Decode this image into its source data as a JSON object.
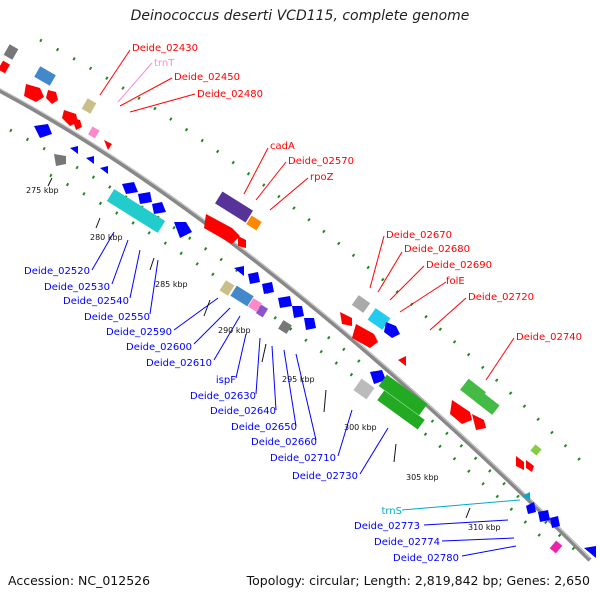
{
  "title": "Deinococcus deserti VCD115, complete genome",
  "footer": {
    "accession": "Accession: NC_012526",
    "topology": "Topology: circular; Length: 2,819,842 bp; Genes: 2,650"
  },
  "colors": {
    "forward": "#ff0000",
    "reverse": "#0000ff",
    "rna": "#ff88cc",
    "trnS": "#00aacc",
    "backbone": "#888888",
    "dots": "#228822"
  },
  "ruler_labels": [
    "275 kbp",
    "280 kbp",
    "285 kbp",
    "290 kbp",
    "295 kbp",
    "300 kbp",
    "305 kbp",
    "310 kbp"
  ],
  "top_labels": [
    {
      "text": "Deide_02430",
      "color": "#ff0000"
    },
    {
      "text": "trnT",
      "color": "#ff88cc"
    },
    {
      "text": "Deide_02450",
      "color": "#ff0000"
    },
    {
      "text": "Deide_02480",
      "color": "#ff0000"
    },
    {
      "text": "cadA",
      "color": "#ff0000"
    },
    {
      "text": "Deide_02570",
      "color": "#ff0000"
    },
    {
      "text": "rpoZ",
      "color": "#ff0000"
    },
    {
      "text": "Deide_02670",
      "color": "#ff0000"
    },
    {
      "text": "Deide_02680",
      "color": "#ff0000"
    },
    {
      "text": "Deide_02690",
      "color": "#ff0000"
    },
    {
      "text": "folE",
      "color": "#ff0000"
    },
    {
      "text": "Deide_02720",
      "color": "#ff0000"
    },
    {
      "text": "Deide_02740",
      "color": "#ff0000"
    }
  ],
  "bottom_labels": [
    {
      "text": "Deide_02520",
      "color": "#0000ff"
    },
    {
      "text": "Deide_02530",
      "color": "#0000ff"
    },
    {
      "text": "Deide_02540",
      "color": "#0000ff"
    },
    {
      "text": "Deide_02550",
      "color": "#0000ff"
    },
    {
      "text": "Deide_02590",
      "color": "#0000ff"
    },
    {
      "text": "Deide_02600",
      "color": "#0000ff"
    },
    {
      "text": "Deide_02610",
      "color": "#0000ff"
    },
    {
      "text": "ispF",
      "color": "#0000ff"
    },
    {
      "text": "Deide_02630",
      "color": "#0000ff"
    },
    {
      "text": "Deide_02640",
      "color": "#0000ff"
    },
    {
      "text": "Deide_02650",
      "color": "#0000ff"
    },
    {
      "text": "Deide_02660",
      "color": "#0000ff"
    },
    {
      "text": "Deide_02710",
      "color": "#0000ff"
    },
    {
      "text": "Deide_02730",
      "color": "#0000ff"
    },
    {
      "text": "trnS",
      "color": "#00aacc"
    },
    {
      "text": "Deide_02773",
      "color": "#0000ff"
    },
    {
      "text": "Deide_02774",
      "color": "#0000ff"
    },
    {
      "text": "Deide_02780",
      "color": "#0000ff"
    }
  ]
}
